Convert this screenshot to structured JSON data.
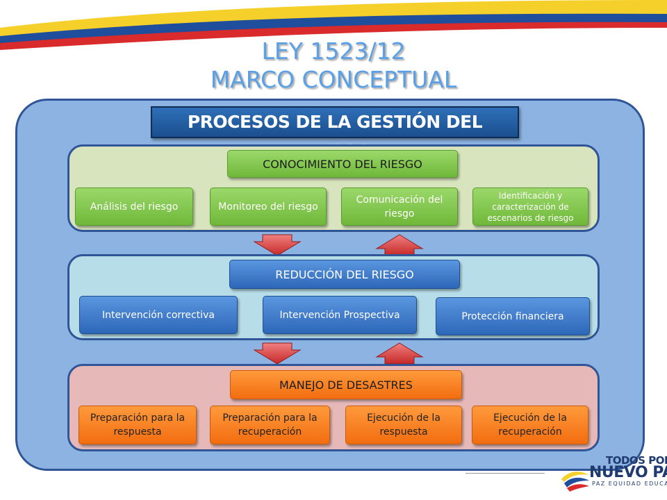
{
  "colors": {
    "flag_yellow": "#f6d02a",
    "flag_blue": "#1f4e9c",
    "flag_red": "#d92b2b",
    "title": "#5aa0e6",
    "outer_fill": "#8db3e2",
    "panel_border": "#2f5597",
    "panel1_fill": "#d7e4bd",
    "panel2_fill": "#b7dde8",
    "panel3_fill": "#e6b9b8",
    "green_box": "#7ec34d",
    "blue_box": "#3d7fd0",
    "orange_box": "#f67d1f",
    "arrow_red": "#d83a3a"
  },
  "title": {
    "line1": "LEY 1523/12",
    "line2": "MARCO CONCEPTUAL"
  },
  "banner": "PROCESOS DE LA GESTIÓN DEL RIESGO",
  "sections": {
    "conocimiento": {
      "header": "CONOCIMIENTO DEL RIESGO",
      "items": [
        "Análisis del riesgo",
        "Monitoreo del riesgo",
        "Comunicación del riesgo",
        "Identificación y caracterización de escenarios de riesgo"
      ]
    },
    "reduccion": {
      "header": "REDUCCIÓN DEL RIESGO",
      "items": [
        "Intervención correctiva",
        "Intervención Prospectiva",
        "Protección financiera"
      ]
    },
    "manejo": {
      "header": "MANEJO DE DESASTRES",
      "items": [
        "Preparación para la respuesta",
        "Preparación para la recuperación",
        "Ejecución de la respuesta",
        "Ejecución de la recuperación"
      ]
    }
  },
  "arrows": [
    "arrow-down",
    "arrow-up",
    "arrow-down",
    "arrow-up"
  ],
  "logo": {
    "line1": "TODOS POR UN",
    "line2": "NUEVO PAÍS",
    "line3": "PAZ  EQUIDAD  EDUCACIÓN"
  }
}
